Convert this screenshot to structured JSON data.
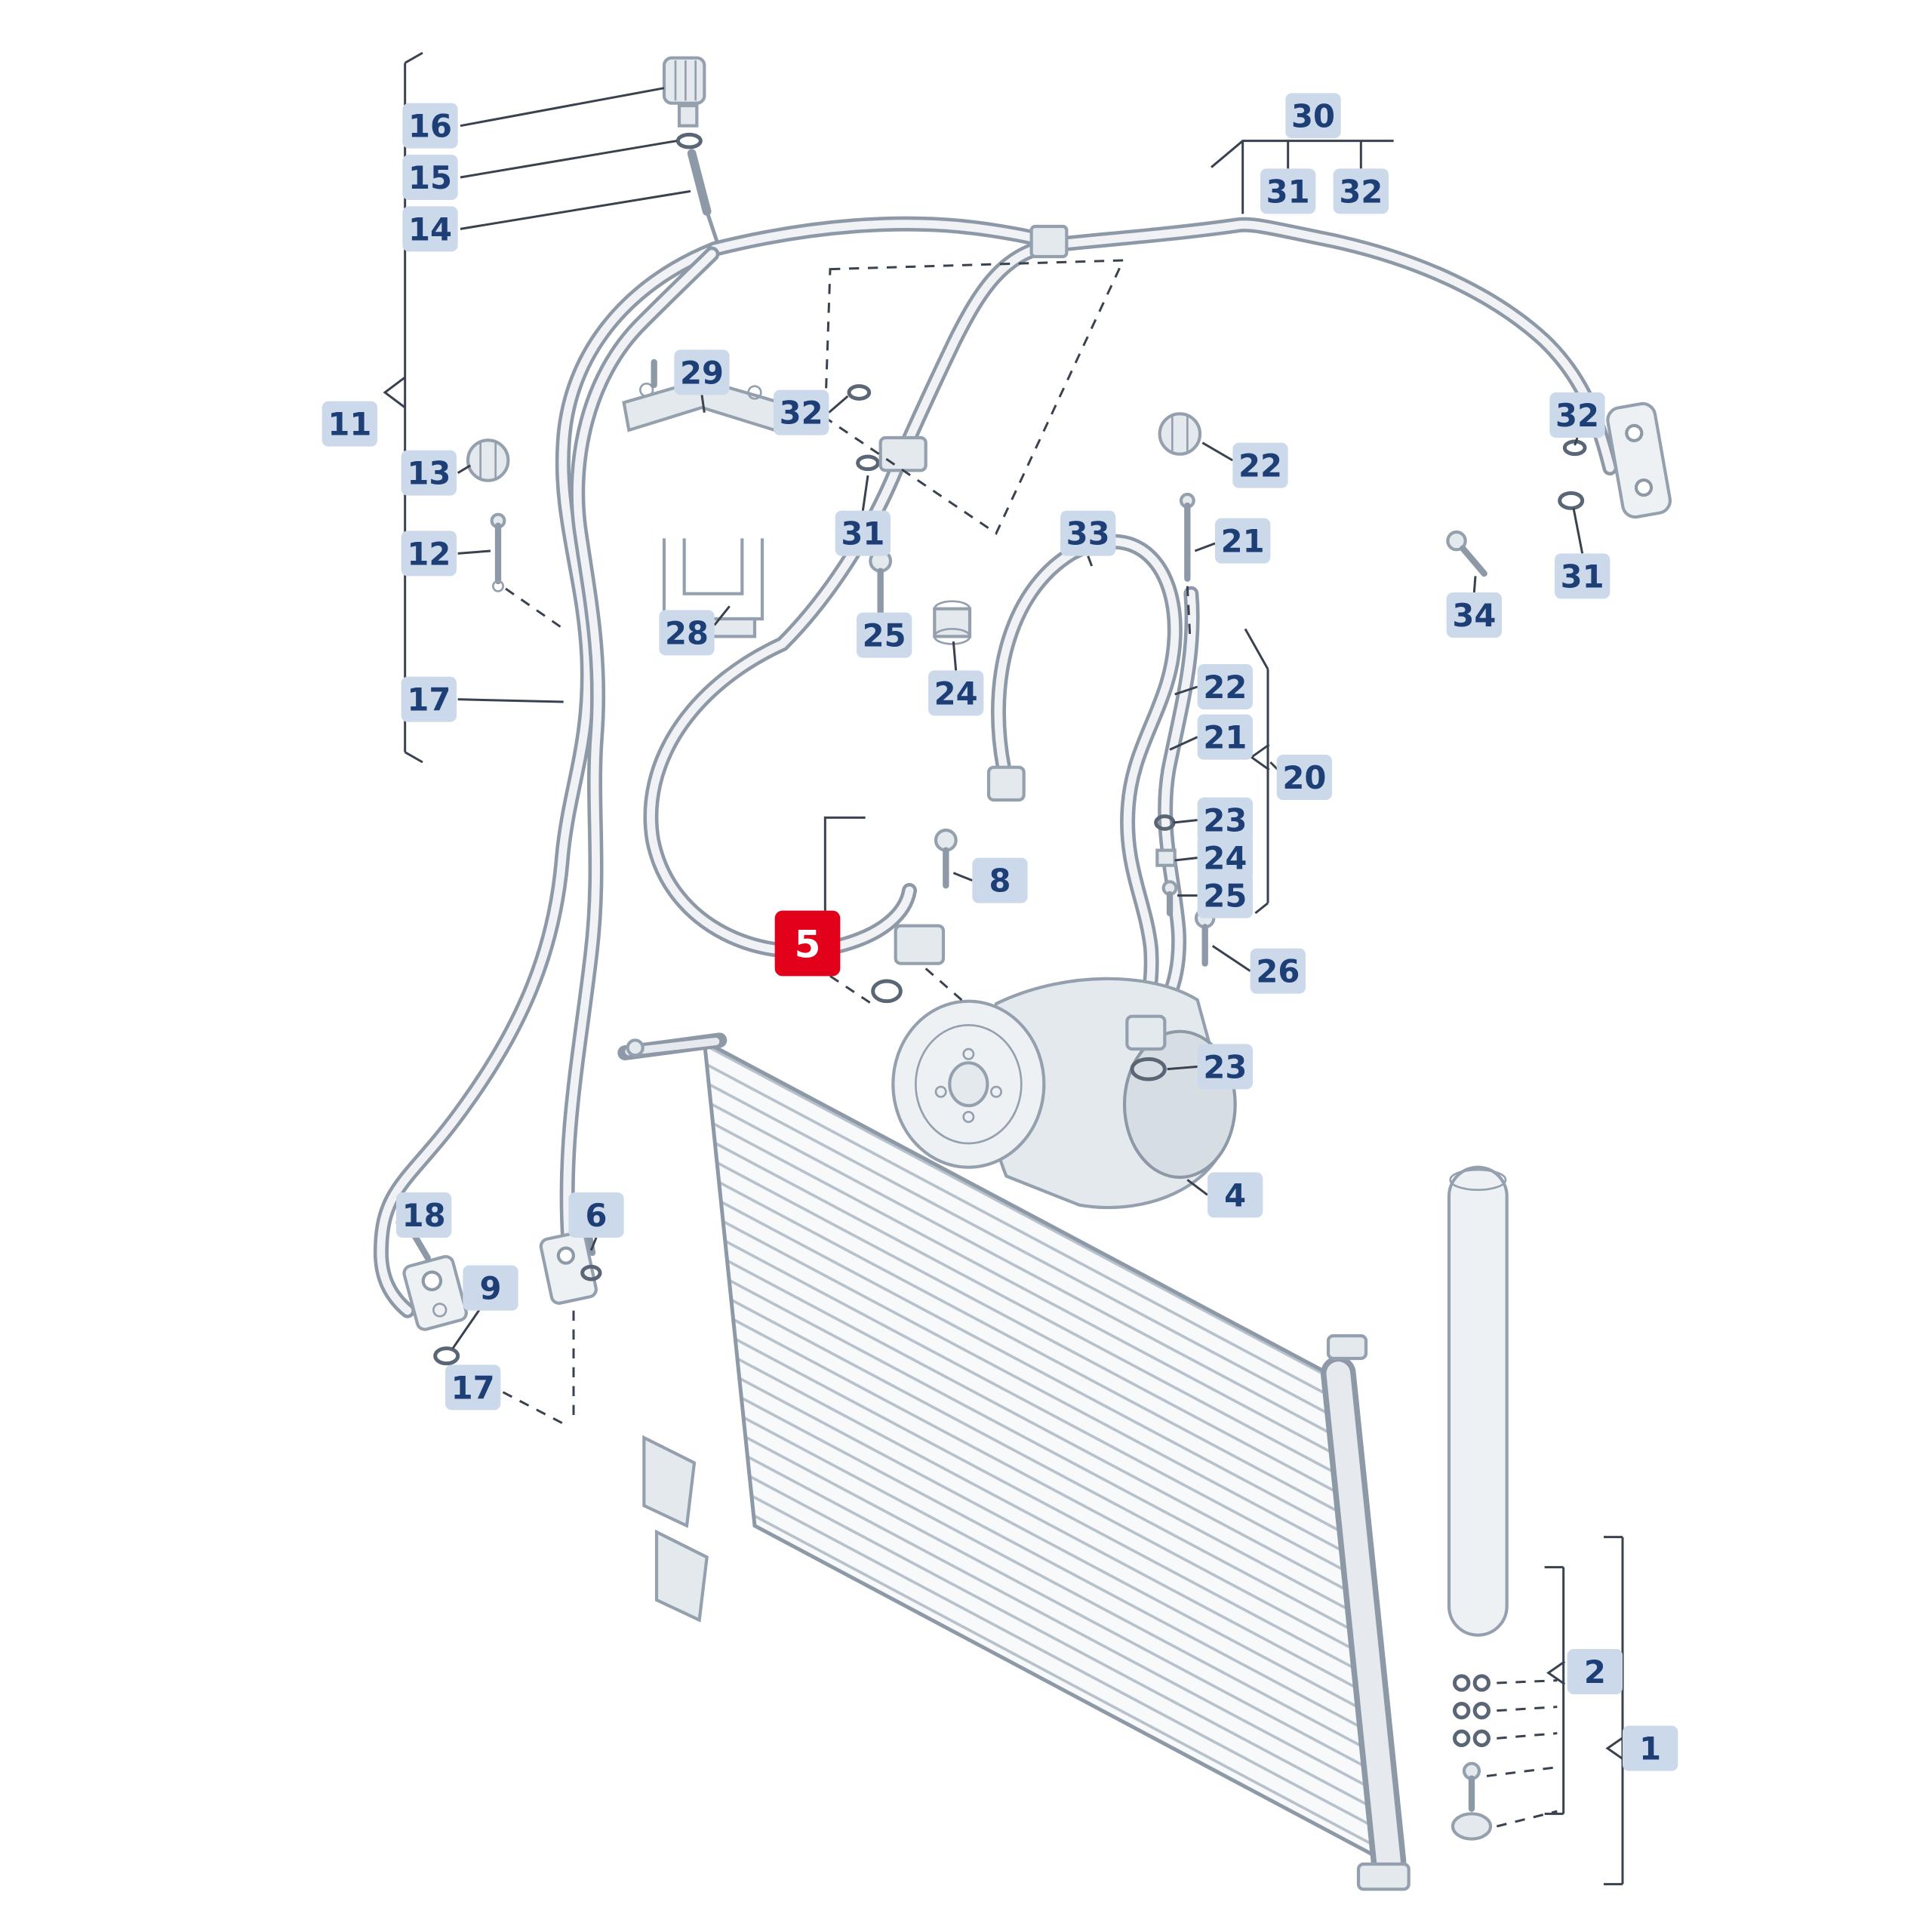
{
  "diagram": {
    "type": "exploded-parts-diagram",
    "subject": "air-conditioning condenser, compressor, refrigerant hoses and receiver drier",
    "selected_callout": "5"
  },
  "colors": {
    "accent": "#e2001a",
    "callout_bg": "#ccd9ea",
    "callout_text": "#1d3f76",
    "line_art": "#94a0ad"
  },
  "callouts": [
    {
      "label": "16"
    },
    {
      "label": "15"
    },
    {
      "label": "14"
    },
    {
      "label": "11"
    },
    {
      "label": "13"
    },
    {
      "label": "12"
    },
    {
      "label": "17"
    },
    {
      "label": "29"
    },
    {
      "label": "28"
    },
    {
      "label": "32"
    },
    {
      "label": "31"
    },
    {
      "label": "25"
    },
    {
      "label": "24"
    },
    {
      "label": "33"
    },
    {
      "label": "30"
    },
    {
      "label": "31"
    },
    {
      "label": "32"
    },
    {
      "label": "22"
    },
    {
      "label": "21"
    },
    {
      "label": "32"
    },
    {
      "label": "31"
    },
    {
      "label": "34"
    },
    {
      "label": "22"
    },
    {
      "label": "21"
    },
    {
      "label": "20"
    },
    {
      "label": "23"
    },
    {
      "label": "24"
    },
    {
      "label": "25"
    },
    {
      "label": "26"
    },
    {
      "label": "8"
    },
    {
      "label": "5"
    },
    {
      "label": "23"
    },
    {
      "label": "4"
    },
    {
      "label": "18"
    },
    {
      "label": "6"
    },
    {
      "label": "9"
    },
    {
      "label": "17"
    },
    {
      "label": "2"
    },
    {
      "label": "1"
    }
  ]
}
